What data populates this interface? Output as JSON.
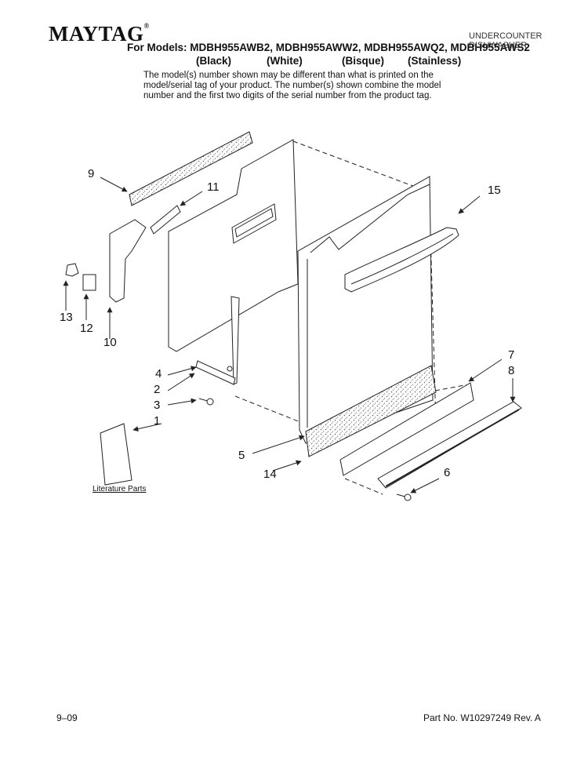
{
  "header": {
    "brand": "MAYTAG",
    "brand_mark": "®",
    "models_line": "For Models: MDBH955AWB2, MDBH955AWW2, MDBH955AWQ2, MDBH955AWS2",
    "colors": [
      "(Black)",
      "(White)",
      "(Bisque)",
      "(Stainless)"
    ],
    "note": "The model(s) number shown may be different than what is printed on the\nmodel/serial tag of your product. The number(s) shown combine the model\nnumber and the first two digits of the serial number from the product tag.",
    "appliance_type": "UNDERCOUNTER\nDISHWASHER"
  },
  "callouts": [
    "9",
    "11",
    "15",
    "13",
    "12",
    "10",
    "4",
    "2",
    "3",
    "1",
    "7",
    "8",
    "5",
    "14",
    "6"
  ],
  "literature_label": "Literature Parts",
  "footer": {
    "date": "9–09",
    "part_no": "Part No. W10297249 Rev. A"
  },
  "colors": {
    "line": "#222222",
    "fill": "#ffffff",
    "speckle": "#888888"
  }
}
